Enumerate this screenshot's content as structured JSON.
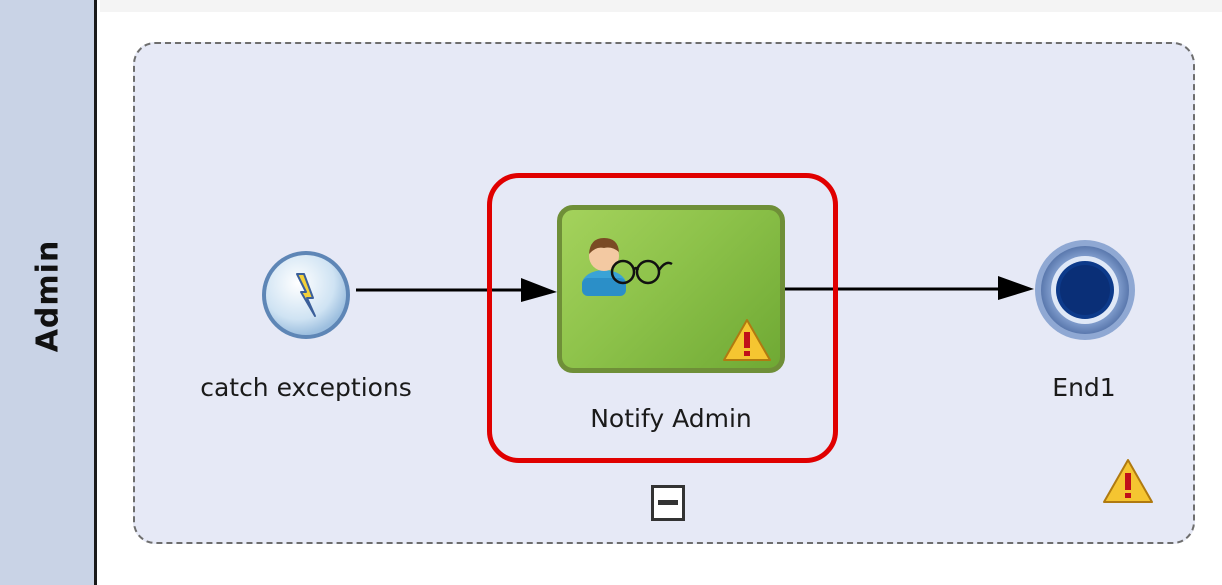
{
  "lane": {
    "label": "Admin"
  },
  "events": {
    "start": {
      "label": "catch exceptions",
      "icon": "error-lightning-icon"
    },
    "end": {
      "label": "End1",
      "icon": "end-event-icon"
    }
  },
  "task": {
    "label": "Notify Admin",
    "icon": "user-task-glasses-icon",
    "status_icon": "warning-icon"
  },
  "subprocess": {
    "status_icon": "warning-icon",
    "marker_icon": "collapse-minus-icon"
  },
  "colors": {
    "lane_header": "#c9d3e6",
    "subprocess_fill": "#e6e9f6",
    "task_fill": "#8dc24a",
    "highlight": "#e00000",
    "end_core": "#0d3a8a"
  }
}
